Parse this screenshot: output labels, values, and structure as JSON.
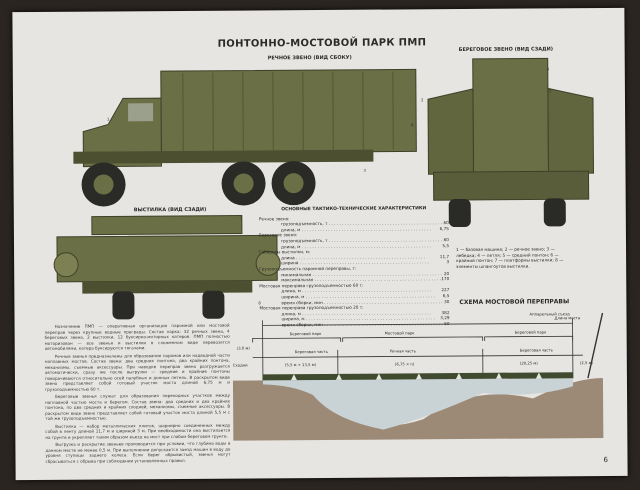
{
  "poster": {
    "title": "ПОНТОННО-МОСТОВОЙ ПАРК ПМП",
    "river_link_title": "РЕЧНОЕ ЗВЕНО (ВИД СБОКУ)",
    "shore_link_title": "БЕРЕГОВОЕ ЗВЕНО (ВИД СЗАДИ)",
    "deck_title": "ВЫСТИЛКА (ВИД СЗАДИ)",
    "page_number": "6",
    "callouts": [
      "1",
      "2",
      "3",
      "4",
      "5",
      "6",
      "7",
      "8"
    ],
    "vehicle_color": "#6b6f45"
  },
  "specs": {
    "title": "ОСНОВНЫЕ ТАКТИКО-ТЕХНИЧЕСКИЕ ХАРАКТЕРИСТИКИ",
    "rows": [
      {
        "label": "Речное звено:",
        "value": ""
      },
      {
        "label": "грузоподъемность, т",
        "value": "60",
        "indent": true
      },
      {
        "label": "длина, м",
        "value": "6,75",
        "indent": true
      },
      {
        "label": "Береговое звено:",
        "value": ""
      },
      {
        "label": "грузоподъемность, т",
        "value": "60",
        "indent": true
      },
      {
        "label": "длина, м",
        "value": "5,5",
        "indent": true
      },
      {
        "label": "Габариты выстилки, м:",
        "value": ""
      },
      {
        "label": "длина",
        "value": "11,7",
        "indent": true
      },
      {
        "label": "ширина",
        "value": "3",
        "indent": true
      },
      {
        "label": "Грузоподъемность паромной переправы, т:",
        "value": ""
      },
      {
        "label": "минимальная",
        "value": "20",
        "indent": true
      },
      {
        "label": "максимальная",
        "value": "170",
        "indent": true
      },
      {
        "label": "Мостовая переправа грузоподъемностью 60 т:",
        "value": ""
      },
      {
        "label": "длина, м",
        "value": "227",
        "indent": true
      },
      {
        "label": "ширина, м",
        "value": "6,5",
        "indent": true
      },
      {
        "label": "время сборки, мин",
        "value": "30",
        "indent": true
      },
      {
        "label": "Мостовая переправа грузоподъемностью 20 т:",
        "value": ""
      },
      {
        "label": "длина, м",
        "value": "382",
        "indent": true
      },
      {
        "label": "ширина, м",
        "value": "3,29",
        "indent": true
      },
      {
        "label": "время сборки, мин",
        "value": "50",
        "indent": true
      }
    ]
  },
  "legend": "1 — базовая машина; 2 — речное звено; 3 — лебедка; 4 — петля; 5 — средний понтон; 6 — крайний понтон; 7 — платформы выстилки; 8 — элементы шпангоутов выстилки.",
  "scheme": {
    "title": "СХЕМА МОСТОВОЙ ПЕРЕПРАВЫ",
    "bridge_length": "Длина моста",
    "ramp": "Аппарельный съезд",
    "gangway": "Сходни",
    "parks": [
      "Береговой парк",
      "Мостовой парк",
      "Береговой парк"
    ],
    "parts": [
      "Береговая часть",
      "Речная часть",
      "Береговая часть"
    ],
    "part_sizes": [
      "(5,5 м ÷ 13,5 м)",
      "(6,75 × n)",
      "(20,25 м)"
    ],
    "left_gap": "(3,0 м)",
    "right_gap": "(2,5 м)"
  },
  "body_text": [
    "Назначение ПМП — оперативная организация паромной или мостовой переправ через крупные водные преграды. Состав парка: 32 речных звена, 4 береговых звена, 2 выстилки, 12 буксирно-моторных катеров. ПМП полностью моторизован — все звенья и выстилки в сложенном виде перевозятся автомобилями, катера буксируются тягачами.",
    "Речные звенья предназначены для образования паромов или надводной части наплавных мостов. Состав звена: два средних понтона, два крайних понтона, механизмы, съемные аксессуары. При наводке переправ звено разгружается автоматически, сразу же после выгрузки — средние и крайние понтоны поворачиваются относительно осей палубных и донных петель. В раскрытом виде звено представляет собой готовый участок моста длиной 6,75 м и грузоподъемностью 60 т.",
    "Береговые звенья служат для образования переходных участков между наплавной частью моста и берегом. Состав звена: два средних и два крайних понтона, по два средних и крайних сходней, механизмы, съемные аксессуары. В раскрытом виде звено представляет собой готовый участок моста длиной 5,5 м с той же грузоподъемностью.",
    "Выстилка — набор металлических плиток, шарнирно соединенных между собой в ленту длиной 11,7 м и шириной 3 м. При необходимости она выстилается на грунте и укрепляет таким образом въезд на мост при слабом береговом грунте.",
    "Выгрузка и раскрытие звеньев производится при условии, что глубина воды в данном месте не менее 0,5 м. При выполнении допускается заезд машин в воду до уровня ступицы заднего колеса. Если берег обрывистый, звенья могут сбрасываться с обрыва при соблюдении установленных правил."
  ]
}
